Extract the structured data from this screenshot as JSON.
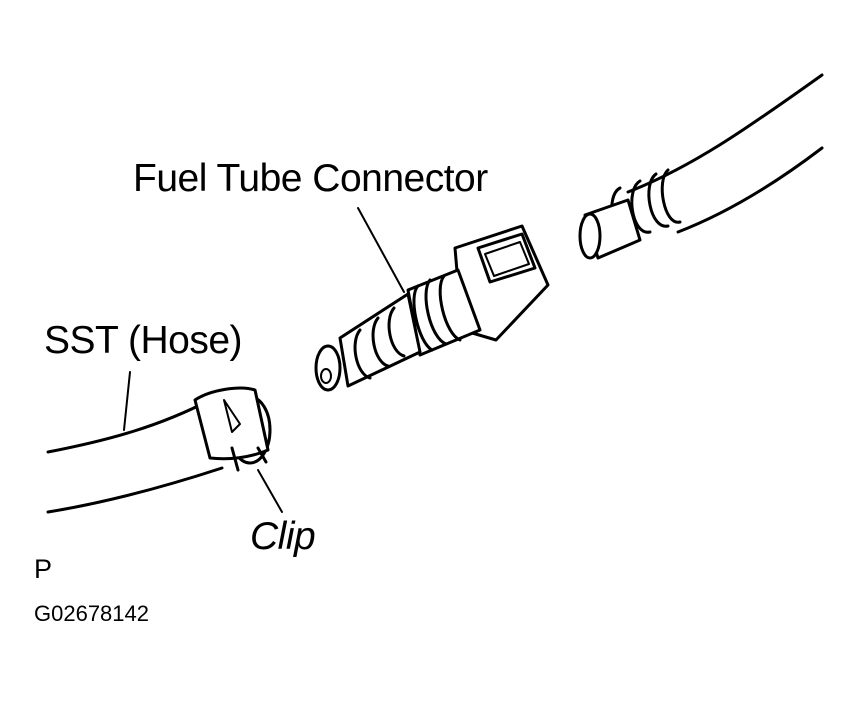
{
  "labels": {
    "fuel_tube_connector": "Fuel Tube Connector",
    "sst_hose": "SST (Hose)",
    "clip": "Clip",
    "view_marker": "P",
    "figure_code": "G02678142"
  }
}
